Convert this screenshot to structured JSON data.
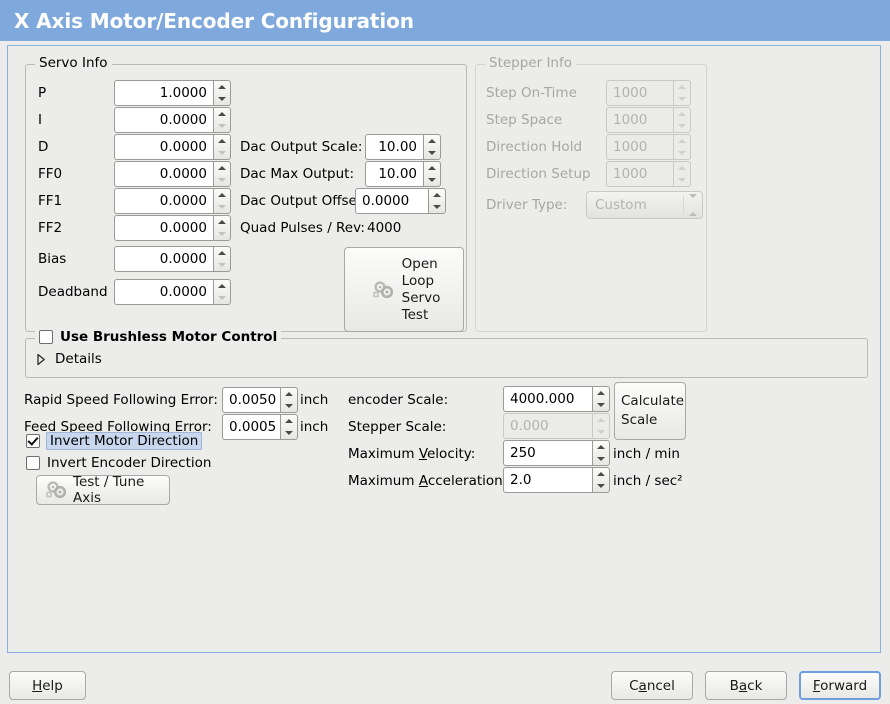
{
  "window": {
    "title": "X Axis Motor/Encoder Configuration",
    "titlebar_color": "#7fa8dc",
    "background_color": "#ececeb"
  },
  "servo_info": {
    "legend": "Servo Info",
    "pid_rows": [
      {
        "label": "P",
        "value": "1.0000",
        "up_enabled": true,
        "down_enabled": true
      },
      {
        "label": "I",
        "value": "0.0000",
        "up_enabled": true,
        "down_enabled": false
      },
      {
        "label": "D",
        "value": "0.0000",
        "up_enabled": true,
        "down_enabled": false
      },
      {
        "label": "FF0",
        "value": "0.0000",
        "up_enabled": true,
        "down_enabled": false
      },
      {
        "label": "FF1",
        "value": "0.0000",
        "up_enabled": true,
        "down_enabled": false
      },
      {
        "label": "FF2",
        "value": "0.0000",
        "up_enabled": true,
        "down_enabled": false
      },
      {
        "label": "Bias",
        "value": "0.0000",
        "up_enabled": true,
        "down_enabled": false
      },
      {
        "label": "Deadband",
        "value": "0.0000",
        "up_enabled": true,
        "down_enabled": false
      }
    ],
    "dac_output_scale": {
      "label": "Dac Output Scale:",
      "value": "10.00"
    },
    "dac_max_output": {
      "label": "Dac Max Output:",
      "value": "10.00"
    },
    "dac_output_offset": {
      "label": "Dac Output Offset:",
      "value": "0.0000"
    },
    "quad_pulses_rev": {
      "label": "Quad Pulses / Rev:",
      "value": "4000"
    },
    "open_loop_button": {
      "lines": [
        "Open",
        "Loop",
        "Servo",
        "Test"
      ],
      "icon": "gears-icon"
    }
  },
  "stepper_info": {
    "legend": "Stepper Info",
    "disabled": true,
    "rows": [
      {
        "label": "Step On-Time",
        "value": "1000"
      },
      {
        "label": "Step Space",
        "value": "1000"
      },
      {
        "label": "Direction Hold",
        "value": "1000"
      },
      {
        "label": "Direction Setup",
        "value": "1000"
      }
    ],
    "driver_type": {
      "label": "Driver Type:",
      "value": "Custom"
    }
  },
  "brushless": {
    "checkbox_label": "Use Brushless Motor Control",
    "checked": false,
    "details_label": "Details",
    "details_expanded": false
  },
  "following_error": {
    "rapid": {
      "label": "Rapid Speed Following Error:",
      "value": "0.0050",
      "unit": "inch"
    },
    "feed": {
      "label": "Feed Speed Following Error:",
      "value": "0.0005",
      "unit": "inch"
    }
  },
  "invert": {
    "motor": {
      "label": "Invert Motor Direction",
      "checked": true,
      "focused": true
    },
    "encoder": {
      "label": "Invert Encoder Direction",
      "checked": false,
      "focused": false
    }
  },
  "test_tune_button": {
    "label": "Test / Tune Axis",
    "icon": "gears-icon"
  },
  "scale_panel": {
    "encoder_scale": {
      "label": "encoder Scale:",
      "value": "4000.000",
      "disabled": false,
      "unit": ""
    },
    "stepper_scale": {
      "label": "Stepper Scale:",
      "value": "0.000",
      "disabled": true,
      "unit": ""
    },
    "max_velocity": {
      "label_pre": "Maximum ",
      "label_mn": "V",
      "label_post": "elocity:",
      "value": "250",
      "unit": "inch / min"
    },
    "max_accel": {
      "label_pre": "Maximum ",
      "label_mn": "A",
      "label_post": "cceleration:",
      "value": "2.0",
      "unit": "inch / sec²"
    },
    "calculate_button": {
      "lines": [
        "Calculate",
        "Scale"
      ]
    }
  },
  "footer": {
    "help": {
      "mn": "H",
      "rest": "elp"
    },
    "cancel": {
      "pre": "C",
      "mn": "a",
      "rest": "ncel"
    },
    "back": {
      "pre": "B",
      "mn": "a",
      "rest": "ck"
    },
    "forward": {
      "mn": "F",
      "rest": "orward",
      "focused": true
    }
  }
}
